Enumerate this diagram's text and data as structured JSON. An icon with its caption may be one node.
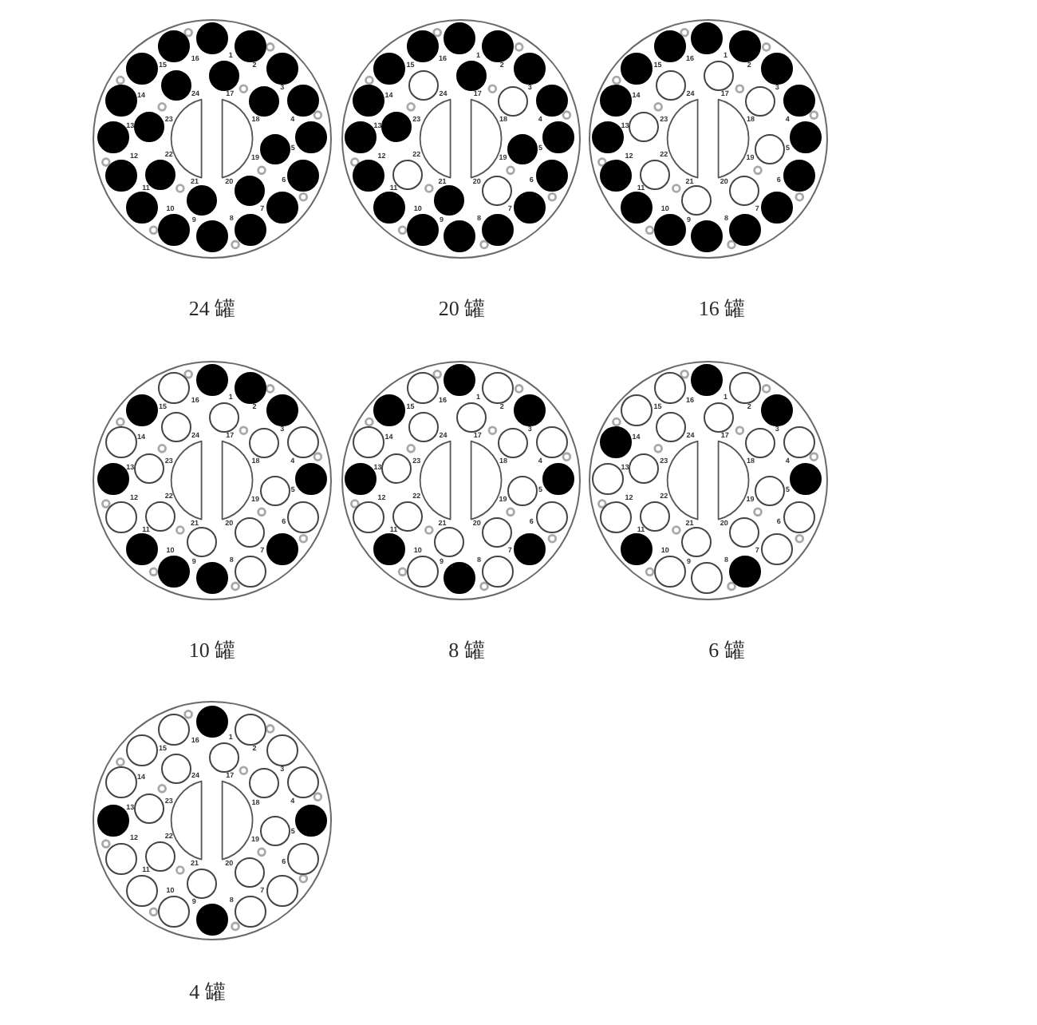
{
  "diagram": {
    "nodes": [
      {
        "text": [],
        "shape": "circle",
        "beside": [
          "24 罐"
        ]
      },
      {
        "text": [],
        "shape": "dot",
        "beside": [
          "1"
        ],
        "in": 0
      },
      {
        "text": [],
        "shape": "dot",
        "beside": [
          "2"
        ],
        "in": 0
      },
      {
        "text": [],
        "shape": "dot",
        "beside": [
          "3"
        ],
        "in": 0
      },
      {
        "text": [],
        "shape": "dot",
        "beside": [
          "4"
        ],
        "in": 0
      },
      {
        "text": [],
        "shape": "dot",
        "beside": [
          "5"
        ],
        "in": 0
      },
      {
        "text": [],
        "shape": "dot",
        "beside": [
          "6"
        ],
        "in": 0
      },
      {
        "text": [],
        "shape": "dot",
        "beside": [
          "7"
        ],
        "in": 0
      },
      {
        "text": [],
        "shape": "dot",
        "beside": [
          "8"
        ],
        "in": 0
      },
      {
        "text": [],
        "shape": "dot",
        "beside": [
          "9"
        ],
        "in": 0
      },
      {
        "text": [],
        "shape": "dot",
        "beside": [
          "10"
        ],
        "in": 0
      },
      {
        "text": [],
        "shape": "dot",
        "beside": [
          "11"
        ],
        "in": 0
      },
      {
        "text": [],
        "shape": "dot",
        "beside": [
          "12"
        ],
        "in": 0
      },
      {
        "text": [],
        "shape": "dot",
        "beside": [
          "13"
        ],
        "in": 0
      },
      {
        "text": [],
        "shape": "dot",
        "beside": [
          "14"
        ],
        "in": 0
      },
      {
        "text": [],
        "shape": "dot",
        "beside": [
          "15"
        ],
        "in": 0
      },
      {
        "text": [],
        "shape": "dot",
        "beside": [
          "16"
        ],
        "in": 0
      },
      {
        "text": [],
        "shape": "dot",
        "beside": [
          "17"
        ],
        "in": 0
      },
      {
        "text": [],
        "shape": "dot",
        "beside": [
          "18"
        ],
        "in": 0
      },
      {
        "text": [],
        "shape": "dot",
        "beside": [
          "19"
        ],
        "in": 0
      },
      {
        "text": [],
        "shape": "dot",
        "beside": [
          "20"
        ],
        "in": 0
      },
      {
        "text": [],
        "shape": "dot",
        "beside": [
          "21"
        ],
        "in": 0
      },
      {
        "text": [],
        "shape": "dot",
        "beside": [
          "22"
        ],
        "in": 0
      },
      {
        "text": [],
        "shape": "dot",
        "beside": [
          "23"
        ],
        "in": 0
      },
      {
        "text": [],
        "shape": "dot",
        "beside": [
          "24"
        ],
        "in": 0
      },
      {
        "text": [],
        "shape": "circle",
        "beside": [
          "20 罐"
        ]
      },
      {
        "text": [],
        "shape": "dot",
        "beside": [
          "1"
        ],
        "in": 25
      },
      {
        "text": [],
        "shape": "dot",
        "beside": [
          "2"
        ],
        "in": 25
      },
      {
        "text": [],
        "shape": "dot",
        "beside": [
          "3"
        ],
        "in": 25
      },
      {
        "text": [],
        "shape": "dot",
        "beside": [
          "4"
        ],
        "in": 25
      },
      {
        "text": [],
        "shape": "dot",
        "beside": [
          "5"
        ],
        "in": 25
      },
      {
        "text": [],
        "shape": "dot",
        "beside": [
          "6"
        ],
        "in": 25
      },
      {
        "text": [],
        "shape": "dot",
        "beside": [
          "7"
        ],
        "in": 25
      },
      {
        "text": [],
        "shape": "dot",
        "beside": [
          "8"
        ],
        "in": 25
      },
      {
        "text": [],
        "shape": "dot",
        "beside": [
          "9"
        ],
        "in": 25
      },
      {
        "text": [],
        "shape": "dot",
        "beside": [
          "10"
        ],
        "in": 25
      },
      {
        "text": [],
        "shape": "dot",
        "beside": [
          "11"
        ],
        "in": 25
      },
      {
        "text": [],
        "shape": "dot",
        "beside": [
          "12"
        ],
        "in": 25
      },
      {
        "text": [],
        "shape": "dot",
        "beside": [
          "13"
        ],
        "in": 25
      },
      {
        "text": [],
        "shape": "dot",
        "beside": [
          "14"
        ],
        "in": 25
      },
      {
        "text": [],
        "shape": "dot",
        "beside": [
          "15"
        ],
        "in": 25
      },
      {
        "text": [],
        "shape": "dot",
        "beside": [
          "16"
        ],
        "in": 25
      },
      {
        "text": [],
        "shape": "dot",
        "beside": [
          "17"
        ],
        "in": 25
      },
      {
        "text": [],
        "shape": "circle",
        "beside": [
          "18"
        ],
        "in": 25
      },
      {
        "text": [],
        "shape": "dot",
        "beside": [
          "19"
        ],
        "in": 25
      },
      {
        "text": [],
        "shape": "circle",
        "beside": [
          "20"
        ],
        "in": 25
      },
      {
        "text": [],
        "shape": "dot",
        "beside": [
          "21"
        ],
        "in": 25
      },
      {
        "text": [],
        "shape": "circle",
        "beside": [
          "22"
        ],
        "in": 25
      },
      {
        "text": [],
        "shape": "dot",
        "beside": [
          "23"
        ],
        "in": 25
      },
      {
        "text": [],
        "shape": "circle",
        "beside": [
          "24"
        ],
        "in": 25
      },
      {
        "text": [],
        "shape": "circle",
        "beside": [
          "16 罐"
        ]
      },
      {
        "text": [],
        "shape": "dot",
        "beside": [
          "1"
        ],
        "in": 50
      },
      {
        "text": [],
        "shape": "dot",
        "beside": [
          "2"
        ],
        "in": 50
      },
      {
        "text": [],
        "shape": "dot",
        "beside": [
          "3"
        ],
        "in": 50
      },
      {
        "text": [],
        "shape": "dot",
        "beside": [
          "4"
        ],
        "in": 50
      },
      {
        "text": [],
        "shape": "dot",
        "beside": [
          "5"
        ],
        "in": 50
      },
      {
        "text": [],
        "shape": "dot",
        "beside": [
          "6"
        ],
        "in": 50
      },
      {
        "text": [],
        "shape": "dot",
        "beside": [
          "7"
        ],
        "in": 50
      },
      {
        "text": [],
        "shape": "dot",
        "beside": [
          "8"
        ],
        "in": 50
      },
      {
        "text": [],
        "shape": "dot",
        "beside": [
          "9"
        ],
        "in": 50
      },
      {
        "text": [],
        "shape": "dot",
        "beside": [
          "10"
        ],
        "in": 50
      },
      {
        "text": [],
        "shape": "dot",
        "beside": [
          "11"
        ],
        "in": 50
      },
      {
        "text": [],
        "shape": "dot",
        "beside": [
          "12"
        ],
        "in": 50
      },
      {
        "text": [],
        "shape": "dot",
        "beside": [
          "13"
        ],
        "in": 50
      },
      {
        "text": [],
        "shape": "dot",
        "beside": [
          "14"
        ],
        "in": 50
      },
      {
        "text": [],
        "shape": "dot",
        "beside": [
          "15"
        ],
        "in": 50
      },
      {
        "text": [],
        "shape": "dot",
        "beside": [
          "16"
        ],
        "in": 50
      },
      {
        "text": [],
        "shape": "circle",
        "beside": [
          "17"
        ],
        "in": 50
      },
      {
        "text": [],
        "shape": "circle",
        "beside": [
          "18"
        ],
        "in": 50
      },
      {
        "text": [],
        "shape": "circle",
        "beside": [
          "19"
        ],
        "in": 50
      },
      {
        "text": [],
        "shape": "circle",
        "beside": [
          "20"
        ],
        "in": 50
      },
      {
        "text": [],
        "shape": "circle",
        "beside": [
          "21"
        ],
        "in": 50
      },
      {
        "text": [],
        "shape": "circle",
        "beside": [
          "22"
        ],
        "in": 50
      },
      {
        "text": [],
        "shape": "circle",
        "beside": [
          "23"
        ],
        "in": 50
      },
      {
        "text": [],
        "shape": "circle",
        "beside": [
          "24"
        ],
        "in": 50
      },
      {
        "text": [],
        "shape": "circle",
        "beside": [
          "10 罐"
        ]
      },
      {
        "text": [],
        "shape": "dot",
        "beside": [
          "1"
        ],
        "in": 75
      },
      {
        "text": [],
        "shape": "dot",
        "beside": [
          "2"
        ],
        "in": 75
      },
      {
        "text": [],
        "shape": "dot",
        "beside": [
          "3"
        ],
        "in": 75
      },
      {
        "text": [],
        "shape": "circle",
        "beside": [
          "4"
        ],
        "in": 75
      },
      {
        "text": [],
        "shape": "dot",
        "beside": [
          "5"
        ],
        "in": 75
      },
      {
        "text": [],
        "shape": "circle",
        "beside": [
          "6"
        ],
        "in": 75
      },
      {
        "text": [],
        "shape": "dot",
        "beside": [
          "7"
        ],
        "in": 75
      },
      {
        "text": [],
        "shape": "circle",
        "beside": [
          "8"
        ],
        "in": 75
      },
      {
        "text": [],
        "shape": "dot",
        "beside": [
          "9"
        ],
        "in": 75
      },
      {
        "text": [],
        "shape": "dot",
        "beside": [
          "10"
        ],
        "in": 75
      },
      {
        "text": [],
        "shape": "dot",
        "beside": [
          "11"
        ],
        "in": 75
      },
      {
        "text": [],
        "shape": "circle",
        "beside": [
          "12"
        ],
        "in": 75
      },
      {
        "text": [],
        "shape": "dot",
        "beside": [
          "13"
        ],
        "in": 75
      },
      {
        "text": [],
        "shape": "circle",
        "beside": [
          "14"
        ],
        "in": 75
      },
      {
        "text": [],
        "shape": "dot",
        "beside": [
          "15"
        ],
        "in": 75
      },
      {
        "text": [],
        "shape": "circle",
        "beside": [
          "16"
        ],
        "in": 75
      },
      {
        "text": [],
        "shape": "circle",
        "beside": [
          "17"
        ],
        "in": 75
      },
      {
        "text": [],
        "shape": "circle",
        "beside": [
          "18"
        ],
        "in": 75
      },
      {
        "text": [],
        "shape": "circle",
        "beside": [
          "19"
        ],
        "in": 75
      },
      {
        "text": [],
        "shape": "circle",
        "beside": [
          "20"
        ],
        "in": 75
      },
      {
        "text": [],
        "shape": "circle",
        "beside": [
          "21"
        ],
        "in": 75
      },
      {
        "text": [],
        "shape": "circle",
        "beside": [
          "22"
        ],
        "in": 75
      },
      {
        "text": [],
        "shape": "circle",
        "beside": [
          "23"
        ],
        "in": 75
      },
      {
        "text": [],
        "shape": "circle",
        "beside": [
          "24"
        ],
        "in": 75
      },
      {
        "text": [],
        "shape": "circle",
        "beside": [
          "8 罐"
        ]
      },
      {
        "text": [],
        "shape": "dot",
        "beside": [
          "1"
        ],
        "in": 100
      },
      {
        "text": [],
        "shape": "circle",
        "beside": [
          "2"
        ],
        "in": 100
      },
      {
        "text": [],
        "shape": "dot",
        "beside": [
          "3"
        ],
        "in": 100
      },
      {
        "text": [],
        "shape": "circle",
        "beside": [
          "4"
        ],
        "in": 100
      },
      {
        "text": [],
        "shape": "dot",
        "beside": [
          "5"
        ],
        "in": 100
      },
      {
        "text": [],
        "shape": "circle",
        "beside": [
          "6"
        ],
        "in": 100
      },
      {
        "text": [],
        "shape": "dot",
        "beside": [
          "7"
        ],
        "in": 100
      },
      {
        "text": [],
        "shape": "circle",
        "beside": [
          "8"
        ],
        "in": 100
      },
      {
        "text": [],
        "shape": "dot",
        "beside": [
          "9"
        ],
        "in": 100
      },
      {
        "text": [],
        "shape": "circle",
        "beside": [
          "10"
        ],
        "in": 100
      },
      {
        "text": [],
        "shape": "dot",
        "beside": [
          "11"
        ],
        "in": 100
      },
      {
        "text": [],
        "shape": "circle",
        "beside": [
          "12"
        ],
        "in": 100
      },
      {
        "text": [],
        "shape": "dot",
        "beside": [
          "13"
        ],
        "in": 100
      },
      {
        "text": [],
        "shape": "circle",
        "beside": [
          "14"
        ],
        "in": 100
      },
      {
        "text": [],
        "shape": "dot",
        "beside": [
          "15"
        ],
        "in": 100
      },
      {
        "text": [],
        "shape": "circle",
        "beside": [
          "16"
        ],
        "in": 100
      },
      {
        "text": [],
        "shape": "circle",
        "beside": [
          "17"
        ],
        "in": 100
      },
      {
        "text": [],
        "shape": "circle",
        "beside": [
          "18"
        ],
        "in": 100
      },
      {
        "text": [],
        "shape": "circle",
        "beside": [
          "19"
        ],
        "in": 100
      },
      {
        "text": [],
        "shape": "circle",
        "beside": [
          "20"
        ],
        "in": 100
      },
      {
        "text": [],
        "shape": "circle",
        "beside": [
          "21"
        ],
        "in": 100
      },
      {
        "text": [],
        "shape": "circle",
        "beside": [
          "22"
        ],
        "in": 100
      },
      {
        "text": [],
        "shape": "circle",
        "beside": [
          "23"
        ],
        "in": 100
      },
      {
        "text": [],
        "shape": "circle",
        "beside": [
          "24"
        ],
        "in": 100
      },
      {
        "text": [],
        "shape": "circle",
        "beside": [
          "6 罐"
        ]
      },
      {
        "text": [],
        "shape": "dot",
        "beside": [
          "1"
        ],
        "in": 125
      },
      {
        "text": [],
        "shape": "circle",
        "beside": [
          "2"
        ],
        "in": 125
      },
      {
        "text": [],
        "shape": "dot",
        "beside": [
          "3"
        ],
        "in": 125
      },
      {
        "text": [],
        "shape": "circle",
        "beside": [
          "4"
        ],
        "in": 125
      },
      {
        "text": [],
        "shape": "dot",
        "beside": [
          "5"
        ],
        "in": 125
      },
      {
        "text": [],
        "shape": "circle",
        "beside": [
          "6"
        ],
        "in": 125
      },
      {
        "text": [],
        "shape": "circle",
        "beside": [
          "7"
        ],
        "in": 125
      },
      {
        "text": [],
        "shape": "dot",
        "beside": [
          "8"
        ],
        "in": 125
      },
      {
        "text": [],
        "shape": "circle",
        "beside": [
          "9"
        ],
        "in": 125
      },
      {
        "text": [],
        "shape": "circle",
        "beside": [
          "10"
        ],
        "in": 125
      },
      {
        "text": [],
        "shape": "dot",
        "beside": [
          "11"
        ],
        "in": 125
      },
      {
        "text": [],
        "shape": "circle",
        "beside": [
          "12"
        ],
        "in": 125
      },
      {
        "text": [],
        "shape": "circle",
        "beside": [
          "13"
        ],
        "in": 125
      },
      {
        "text": [],
        "shape": "dot",
        "beside": [
          "14"
        ],
        "in": 125
      },
      {
        "text": [],
        "shape": "circle",
        "beside": [
          "15"
        ],
        "in": 125
      },
      {
        "text": [],
        "shape": "circle",
        "beside": [
          "16"
        ],
        "in": 125
      },
      {
        "text": [],
        "shape": "circle",
        "beside": [
          "17"
        ],
        "in": 125
      },
      {
        "text": [],
        "shape": "circle",
        "beside": [
          "18"
        ],
        "in": 125
      },
      {
        "text": [],
        "shape": "circle",
        "beside": [
          "19"
        ],
        "in": 125
      },
      {
        "text": [],
        "shape": "circle",
        "beside": [
          "20"
        ],
        "in": 125
      },
      {
        "text": [],
        "shape": "circle",
        "beside": [
          "21"
        ],
        "in": 125
      },
      {
        "text": [],
        "shape": "circle",
        "beside": [
          "22"
        ],
        "in": 125
      },
      {
        "text": [],
        "shape": "circle",
        "beside": [
          "23"
        ],
        "in": 125
      },
      {
        "text": [],
        "shape": "circle",
        "beside": [
          "24"
        ],
        "in": 125
      },
      {
        "text": [],
        "shape": "circle",
        "beside": [
          "4 罐"
        ]
      },
      {
        "text": [],
        "shape": "dot",
        "beside": [
          "1"
        ],
        "in": 150
      },
      {
        "text": [],
        "shape": "circle",
        "beside": [
          "2"
        ],
        "in": 150
      },
      {
        "text": [],
        "shape": "circle",
        "beside": [
          "3"
        ],
        "in": 150
      },
      {
        "text": [],
        "shape": "circle",
        "beside": [
          "4"
        ],
        "in": 150
      },
      {
        "text": [],
        "shape": "dot",
        "beside": [
          "5"
        ],
        "in": 150
      },
      {
        "text": [],
        "shape": "circle",
        "beside": [
          "6"
        ],
        "in": 150
      },
      {
        "text": [],
        "shape": "circle",
        "beside": [
          "7"
        ],
        "in": 150
      },
      {
        "text": [],
        "shape": "circle",
        "beside": [
          "8"
        ],
        "in": 150
      },
      {
        "text": [],
        "shape": "dot",
        "beside": [
          "9"
        ],
        "in": 150
      },
      {
        "text": [],
        "shape": "circle",
        "beside": [
          "10"
        ],
        "in": 150
      },
      {
        "text": [],
        "shape": "circle",
        "beside": [
          "11"
        ],
        "in": 150
      },
      {
        "text": [],
        "shape": "circle",
        "beside": [
          "12"
        ],
        "in": 150
      },
      {
        "text": [],
        "shape": "dot",
        "beside": [
          "13"
        ],
        "in": 150
      },
      {
        "text": [],
        "shape": "circle",
        "beside": [
          "14"
        ],
        "in": 150
      },
      {
        "text": [],
        "shape": "circle",
        "beside": [
          "15"
        ],
        "in": 150
      },
      {
        "text": [],
        "shape": "circle",
        "beside": [
          "16"
        ],
        "in": 150
      },
      {
        "text": [],
        "shape": "circle",
        "beside": [
          "17"
        ],
        "in": 150
      },
      {
        "text": [],
        "shape": "circle",
        "beside": [
          "18"
        ],
        "in": 150
      },
      {
        "text": [],
        "shape": "circle",
        "beside": [
          "19"
        ],
        "in": 150
      },
      {
        "text": [],
        "shape": "circle",
        "beside": [
          "20"
        ],
        "in": 150
      },
      {
        "text": [],
        "shape": "circle",
        "beside": [
          "21"
        ],
        "in": 150
      },
      {
        "text": [],
        "shape": "circle",
        "beside": [
          "22"
        ],
        "in": 150
      },
      {
        "text": [],
        "shape": "circle",
        "beside": [
          "23"
        ],
        "in": 150
      },
      {
        "text": [],
        "shape": "circle",
        "beside": [
          "24"
        ],
        "in": 150
      }
    ]
  }
}
